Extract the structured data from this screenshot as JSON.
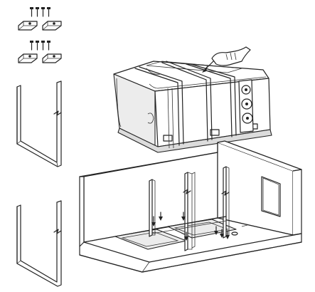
{
  "figure": {
    "kind": "assembly-instruction",
    "has_text": false,
    "hardware_groups": [
      {
        "icon": "screw-and-bracket-icon",
        "screws": 4,
        "brackets": 2
      },
      {
        "icon": "screw-and-bracket-icon",
        "screws": 4,
        "brackets": 2
      }
    ],
    "loose_frames": 2,
    "posts_in_cabinet": 3,
    "colors": {
      "line": "#222222",
      "fill": "#ffffff",
      "shade": "#ececec"
    }
  }
}
